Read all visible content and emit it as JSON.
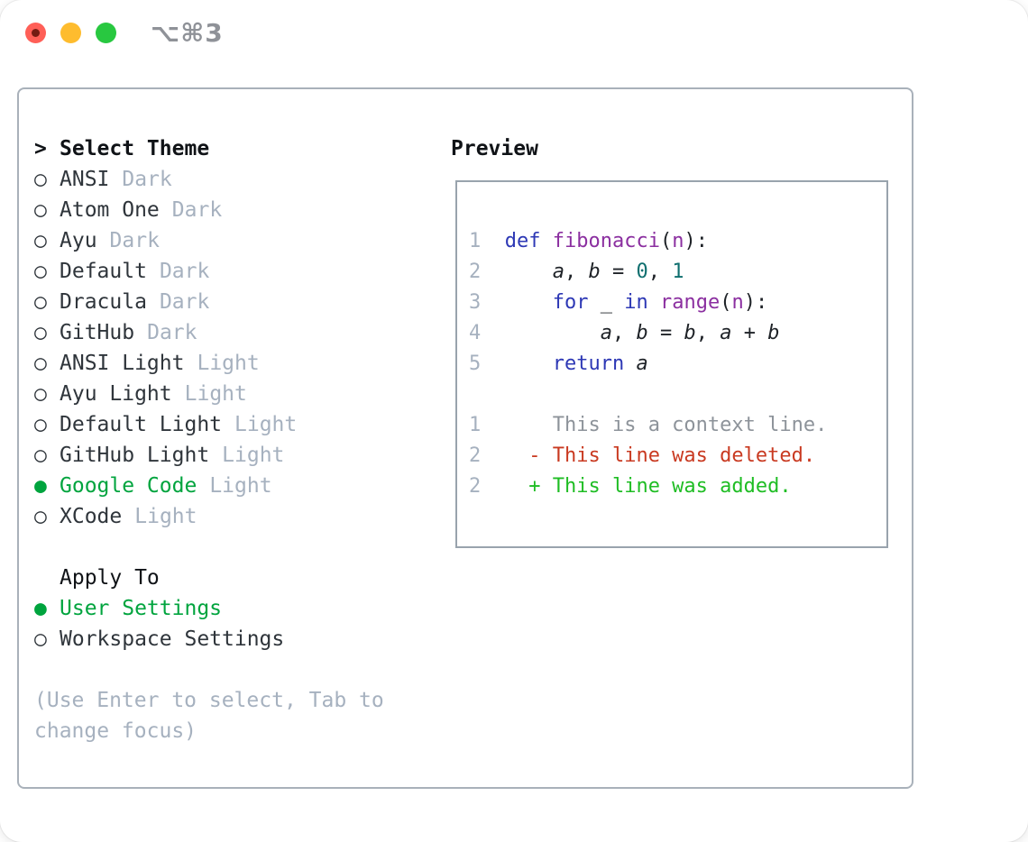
{
  "window": {
    "title": "⌥⌘3"
  },
  "panel": {
    "theme_selector": {
      "cursor": ">",
      "header": "Select Theme",
      "unselected_marker": "○",
      "selected_marker": "●",
      "items": [
        {
          "name": "ANSI",
          "variant": "Dark",
          "selected": false
        },
        {
          "name": "Atom One",
          "variant": "Dark",
          "selected": false
        },
        {
          "name": "Ayu",
          "variant": "Dark",
          "selected": false
        },
        {
          "name": "Default",
          "variant": "Dark",
          "selected": false
        },
        {
          "name": "Dracula",
          "variant": "Dark",
          "selected": false
        },
        {
          "name": "GitHub",
          "variant": "Dark",
          "selected": false
        },
        {
          "name": "ANSI Light",
          "variant": "Light",
          "selected": false
        },
        {
          "name": "Ayu Light",
          "variant": "Light",
          "selected": false
        },
        {
          "name": "Default Light",
          "variant": "Light",
          "selected": false
        },
        {
          "name": "GitHub Light",
          "variant": "Light",
          "selected": false
        },
        {
          "name": "Google Code",
          "variant": "Light",
          "selected": true
        },
        {
          "name": "XCode",
          "variant": "Light",
          "selected": false
        }
      ]
    },
    "apply_to": {
      "header": "Apply To",
      "items": [
        {
          "name": "User Settings",
          "selected": true
        },
        {
          "name": "Workspace Settings",
          "selected": false
        }
      ]
    },
    "hint": "(Use Enter to select, Tab to change focus)"
  },
  "preview": {
    "header": "Preview",
    "code_lines": [
      {
        "num": "1",
        "tokens": [
          [
            "kw",
            "def"
          ],
          [
            "pl",
            " "
          ],
          [
            "fn",
            "fibonacci"
          ],
          [
            "pl",
            "("
          ],
          [
            "fn",
            "n"
          ],
          [
            "pl",
            "):"
          ]
        ]
      },
      {
        "num": "2",
        "tokens": [
          [
            "pl",
            "    "
          ],
          [
            "var",
            "a"
          ],
          [
            "pl",
            ", "
          ],
          [
            "var",
            "b"
          ],
          [
            "pl",
            " = "
          ],
          [
            "lit",
            "0"
          ],
          [
            "pl",
            ", "
          ],
          [
            "lit",
            "1"
          ]
        ]
      },
      {
        "num": "3",
        "tokens": [
          [
            "pl",
            "    "
          ],
          [
            "kw",
            "for"
          ],
          [
            "pl",
            " _ "
          ],
          [
            "kw",
            "in"
          ],
          [
            "pl",
            " "
          ],
          [
            "fn",
            "range"
          ],
          [
            "pl",
            "("
          ],
          [
            "fn",
            "n"
          ],
          [
            "pl",
            "):"
          ]
        ]
      },
      {
        "num": "4",
        "tokens": [
          [
            "pl",
            "        "
          ],
          [
            "var",
            "a"
          ],
          [
            "pl",
            ", "
          ],
          [
            "var",
            "b"
          ],
          [
            "pl",
            " = "
          ],
          [
            "var",
            "b"
          ],
          [
            "pl",
            ", "
          ],
          [
            "var",
            "a"
          ],
          [
            "pl",
            " + "
          ],
          [
            "var",
            "b"
          ]
        ]
      },
      {
        "num": "5",
        "tokens": [
          [
            "pl",
            "    "
          ],
          [
            "kw",
            "return"
          ],
          [
            "pl",
            " "
          ],
          [
            "var",
            "a"
          ]
        ]
      }
    ],
    "diff_lines": [
      {
        "num": "1",
        "type": "context",
        "text": "    This is a context line."
      },
      {
        "num": "2",
        "type": "deleted",
        "text": "  - This line was deleted."
      },
      {
        "num": "2",
        "type": "added",
        "text": "  + This line was added."
      }
    ]
  },
  "colors": {
    "keyword": "#2d38b5",
    "fnname": "#8b2fa0",
    "literal": "#0f6f6f",
    "codetext": "#1e2227",
    "linenum": "#a6b1bf",
    "diffctx": "#8d939a",
    "diffdel": "#c93a21",
    "diffadd": "#1fbd24",
    "green": "#00a43e",
    "itemtext": "#2f353b",
    "muted": "#a6b1bf",
    "headertext": "#101317",
    "panelborder": "#a9b1ba",
    "previewborder": "#99a3ad",
    "trafficred": "#ff5f57",
    "trafficreddot": "#741b12",
    "trafficyellow": "#febc2e",
    "trafficgreen": "#28c840",
    "titletext": "#8f9298"
  }
}
